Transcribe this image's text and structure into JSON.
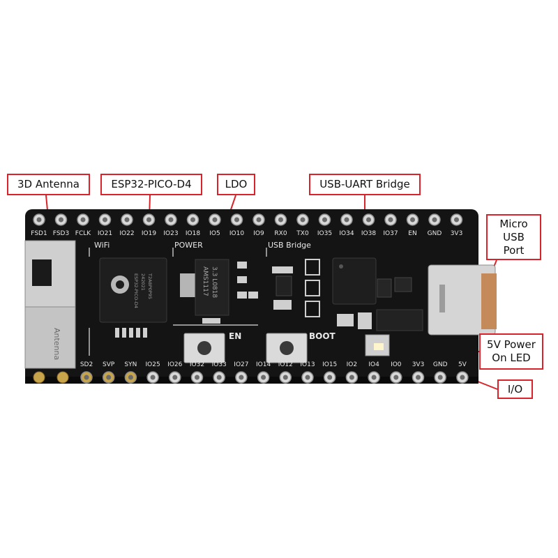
{
  "callouts": {
    "antenna": "3D Antenna",
    "pico": "ESP32-PICO-D4",
    "ldo": "LDO",
    "uart": "USB-UART Bridge",
    "usb_port": "Micro\nUSB\nPort",
    "power_led": "5V Power\nOn LED",
    "io": "I/O"
  },
  "board": {
    "top_pins": [
      "FSD1",
      "FSD3",
      "FCLK",
      "IO21",
      "IO22",
      "IO19",
      "IO23",
      "IO18",
      "IO5",
      "IO10",
      "IO9",
      "RX0",
      "TX0",
      "IO35",
      "IO34",
      "IO38",
      "IO37",
      "EN",
      "GND",
      "3V3"
    ],
    "bottom_pins": [
      "SD2",
      "SVP",
      "SYN",
      "IO25",
      "IO26",
      "IO32",
      "IO33",
      "IO27",
      "IO14",
      "IO12",
      "IO13",
      "IO15",
      "IO2",
      "IO4",
      "IO0",
      "3V3",
      "GND",
      "5V"
    ],
    "section_labels": {
      "wifi": "WiFi",
      "power": "POWER",
      "usb_bridge": "USB Bridge"
    },
    "button_labels": {
      "en": "EN",
      "boot": "BOOT"
    },
    "chip_text": {
      "pico_line1": "ESP32-PICO-D4",
      "pico_line2": "242021",
      "pico_line3": "T2A8P0P95",
      "ldo_line1": "AMS1117",
      "ldo_line2": "3.3 L0818",
      "antenna_text": "Antenna"
    }
  },
  "colors": {
    "callout_border": "#d8232a",
    "board": "#141414",
    "silkscreen": "#e8e8e8",
    "pad_gold": "#c8a44a"
  }
}
